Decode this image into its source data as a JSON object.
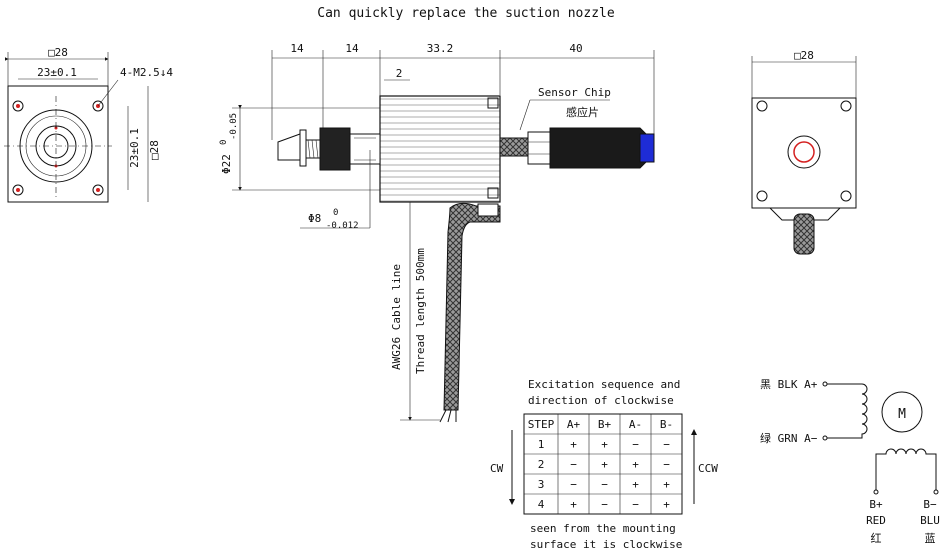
{
  "title": "Can quickly replace the suction nozzle",
  "front_view": {
    "square_dim": "□28",
    "hole_span_h": "23±0.1",
    "hole_spec": "4-M2.5↓4",
    "hole_span_v": "23±0.1",
    "square_dim_v": "□28"
  },
  "side_view": {
    "dim_a": "14",
    "dim_b": "14",
    "dim_body": "33.2",
    "dim_sensor": "40",
    "dim_gap": "2",
    "sensor_label_en": "Sensor Chip",
    "sensor_label_cn": "感应片",
    "dia_main": "Φ22",
    "dia_main_tol_upper": "0",
    "dia_main_tol_lower": "-0.05",
    "dia_shaft": "Φ8",
    "dia_shaft_tol_upper": "0",
    "dia_shaft_tol_lower": "-0.012",
    "cable_label": "AWG26 Cable line",
    "thread_label": "Thread length 500mm"
  },
  "rear_view": {
    "square_dim": "□28"
  },
  "sequence_table": {
    "caption_line1": "Excitation sequence and",
    "caption_line2": "direction of clockwise",
    "headers": [
      "STEP",
      "A+",
      "B+",
      "A-",
      "B-"
    ],
    "rows": [
      [
        "1",
        "+",
        "+",
        "−",
        "−"
      ],
      [
        "2",
        "−",
        "+",
        "+",
        "−"
      ],
      [
        "3",
        "−",
        "−",
        "+",
        "+"
      ],
      [
        "4",
        "+",
        "−",
        "−",
        "+"
      ]
    ],
    "left_dir": "CW",
    "right_dir": "CCW",
    "footer_line1": "seen from the mounting",
    "footer_line2": "surface it is clockwise"
  },
  "wiring": {
    "a_plus": "黑 BLK A+",
    "a_minus": "绿 GRN A−",
    "b_plus": "B+",
    "b_plus_color": "RED",
    "b_plus_cn": "红",
    "b_minus": "B−",
    "b_minus_color": "BLU",
    "b_minus_cn": "蓝",
    "motor_symbol": "M"
  },
  "colors": {
    "sensor_blue": "#1e2cd6",
    "red_ring": "#d42020",
    "ink": "#111111"
  }
}
